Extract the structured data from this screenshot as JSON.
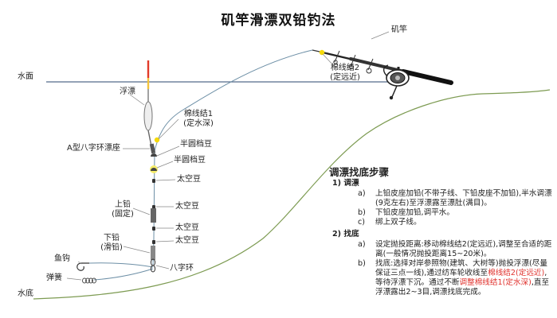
{
  "title": "矶竿滑漂双铅钓法",
  "labels": {
    "rod": "矶竿",
    "water_surface": "水面",
    "water_bottom": "水底",
    "float": "浮漂",
    "knot1": "棉线结1",
    "knot1_note": "(定水深)",
    "knot2": "棉线结2",
    "knot2_note": "(定远近)",
    "float_seat": "A型八字环漂座",
    "stop_bead_1": "半圆档豆",
    "stop_bead_2": "半圆档豆",
    "space_bead_1": "太空豆",
    "space_bead_2": "太空豆",
    "space_bead_3": "太空豆",
    "space_bead_4": "太空豆",
    "upper_sinker": "上铅",
    "upper_sinker_note": "(固定)",
    "lower_sinker": "下铅",
    "lower_sinker_note": "(滑铅)",
    "hook": "鱼钩",
    "spring": "弹簧",
    "swivel": "八字环"
  },
  "steps": {
    "heading": "调漂找底步骤",
    "section1": {
      "num": "1)",
      "title": "调漂",
      "items": [
        {
          "key": "a)",
          "text": "上铅皮座加铅(不带子线、下铅皮座不加铅),半水调漂(9克左右)至浮漂露至漂肚(满目)。"
        },
        {
          "key": "b)",
          "text": "下铅皮座加铅,调平水。"
        },
        {
          "key": "c)",
          "text": "绑上双子线。"
        }
      ]
    },
    "section2": {
      "num": "2)",
      "title": "找底",
      "item_a": {
        "key": "a)",
        "text": "设定抛投距离:移动棉线结2(定远近),调整至合适的距离(一般情况抛投距离15~20米)。"
      },
      "item_b": {
        "key": "b)",
        "part1": "找底:选择对岸参照物(建筑、大树等)抛投浮漂(尽量保证三点一线),通过纺车轮收线至",
        "red1": "棉线结2(定远近)",
        "part2": ",等待浮漂下沉。通过不断",
        "red2": "调整棉线结1(定水深)",
        "part3": ",直至浮漂露出2~3目,调漂找底完成。"
      }
    }
  },
  "colors": {
    "line": "#6d8fa6",
    "water_line": "#556b8a",
    "bank": "#7d9b52",
    "knot": "#f5d90a",
    "float_tip": "#e23a2a",
    "highlight_text": "#e0312c"
  }
}
